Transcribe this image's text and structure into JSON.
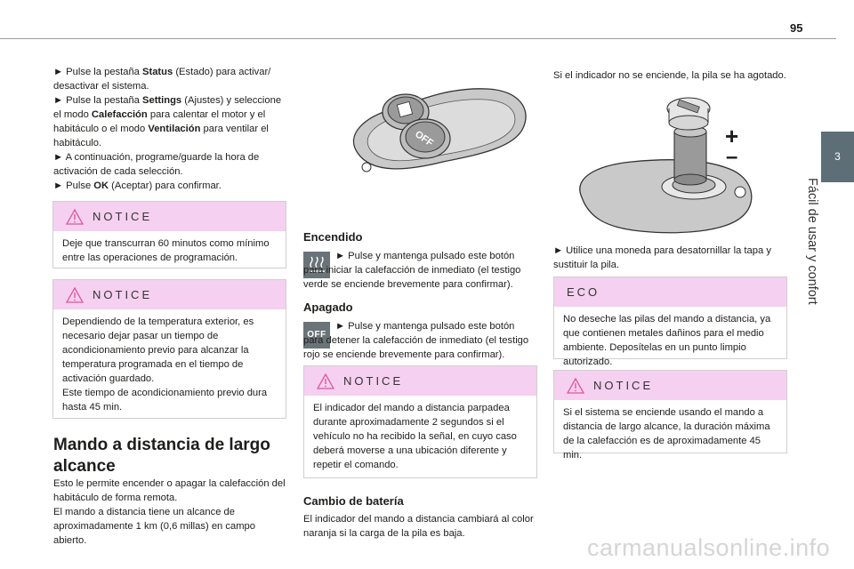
{
  "page": {
    "number": "95",
    "chapter_tab": "3",
    "chapter_title": "Fácil de usar y confort"
  },
  "col1": {
    "p1_arrow": "►",
    "p1_a": " Pulse la pestaña ",
    "p1_b": "Status",
    "p1_c": " (Estado) para activar/ desactivar el sistema.",
    "p2_a": " Pulse la pestaña ",
    "p2_b": "Settings",
    "p2_c": " (Ajustes) y seleccione el modo ",
    "p2_d": "Calefacción",
    "p2_e": " para calentar el motor y el habitáculo o el modo ",
    "p2_f": "Ventilación",
    "p2_g": " para ventilar el habitáculo.",
    "p3": " A continuación, programe/guarde la hora de activación de cada selección.",
    "p4_a": " Pulse ",
    "p4_b": "OK",
    "p4_c": " (Aceptar) para confirmar.",
    "notice1_label": "NOTICE",
    "notice1_text": "Deje que transcurran 60 minutos como mínimo entre las operaciones de programación.",
    "notice2_label": "NOTICE",
    "notice2_text1": "Dependiendo de la temperatura exterior, es necesario dejar pasar un tiempo de acondicionamiento previo para alcanzar la temperatura programada en el tiempo de activación guardado.",
    "notice2_text2": "Este tiempo de acondicionamiento previo dura hasta 45 min.",
    "heading": "Mando a distancia de largo alcance",
    "intro1": "Esto le permite encender o apagar la calefacción del habitáculo de forma remota.",
    "intro2": "El mando a distancia tiene un alcance de aproximadamente 1 km (0,6 millas) en campo abierto."
  },
  "col2": {
    "remote_off_label": "OFF",
    "on_heading": "Encendido",
    "on_text": " Pulse y mantenga pulsado este botón para iniciar la calefacción de inmediato (el testigo verde se enciende brevemente para confirmar).",
    "off_heading": "Apagado",
    "off_icon": "OFF",
    "off_text": " Pulse y mantenga pulsado este botón para detener la calefacción de inmediato (el testigo rojo se enciende brevemente para confirmar).",
    "notice_label": "NOTICE",
    "notice_text1": "El indicador del mando a distancia parpadea durante aproximadamente 2 segundos si el vehículo no ha recibido la señal, en cuyo caso",
    "notice_text2": "deberá moverse a una ubicación diferente y repetir el comando.",
    "battery_heading": "Cambio de batería",
    "battery_text": "El indicador del mando a distancia cambiará al color naranja si la carga de la pila es baja."
  },
  "col3": {
    "intro": "Si el indicador no se enciende, la pila se ha agotado.",
    "plus": "+",
    "minus": "–",
    "coin_text": " Utilice una moneda para desatornillar la tapa y sustituir la pila.",
    "eco_label": "ECO",
    "eco_text": "No deseche las pilas del mando a distancia, ya que contienen metales dañinos para el medio ambiente. Deposítelas en un punto limpio autorizado.",
    "notice_label": "NOTICE",
    "notice_text": "Si el sistema se enciende usando el mando a distancia de largo alcance, la duración máxima de la calefacción es de aproximadamente 45 min."
  },
  "watermark": "carmanualsonline.info",
  "colors": {
    "notice_header": "#f5d0f0",
    "tab": "#5d6e77",
    "icon_bg": "#6a7478",
    "warn": "#e0559b"
  }
}
